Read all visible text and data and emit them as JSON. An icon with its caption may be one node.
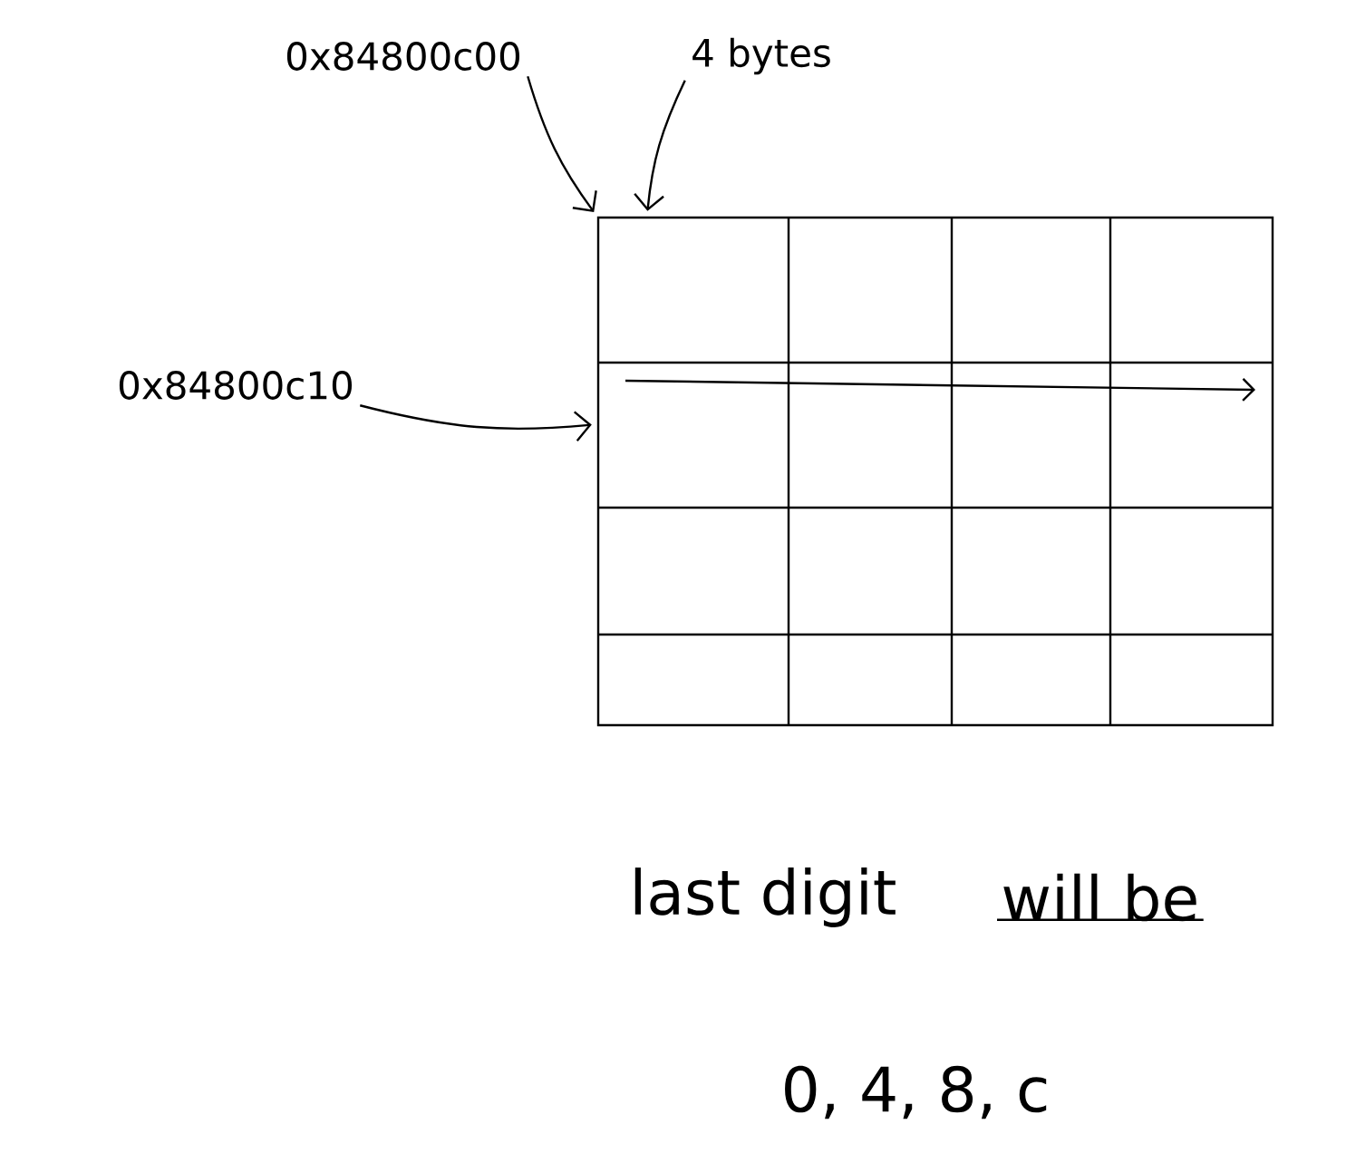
{
  "diagram": {
    "nodes": [
      {
        "text": [
          "0x84800c00"
        ]
      },
      {
        "text": [
          "4 bytes"
        ]
      },
      {
        "text": [],
        "shape": "box"
      },
      {
        "text": [
          "0x84800c10"
        ]
      }
    ],
    "edges": [
      {
        "from": 0,
        "to": 2,
        "arrow": "to"
      },
      {
        "from": 1,
        "to": 2,
        "arrow": "to"
      },
      {
        "from": 3,
        "to": 2,
        "arrow": "to"
      }
    ],
    "labels": [
      "last digit",
      "will be",
      "0, 4, 8, c"
    ]
  }
}
